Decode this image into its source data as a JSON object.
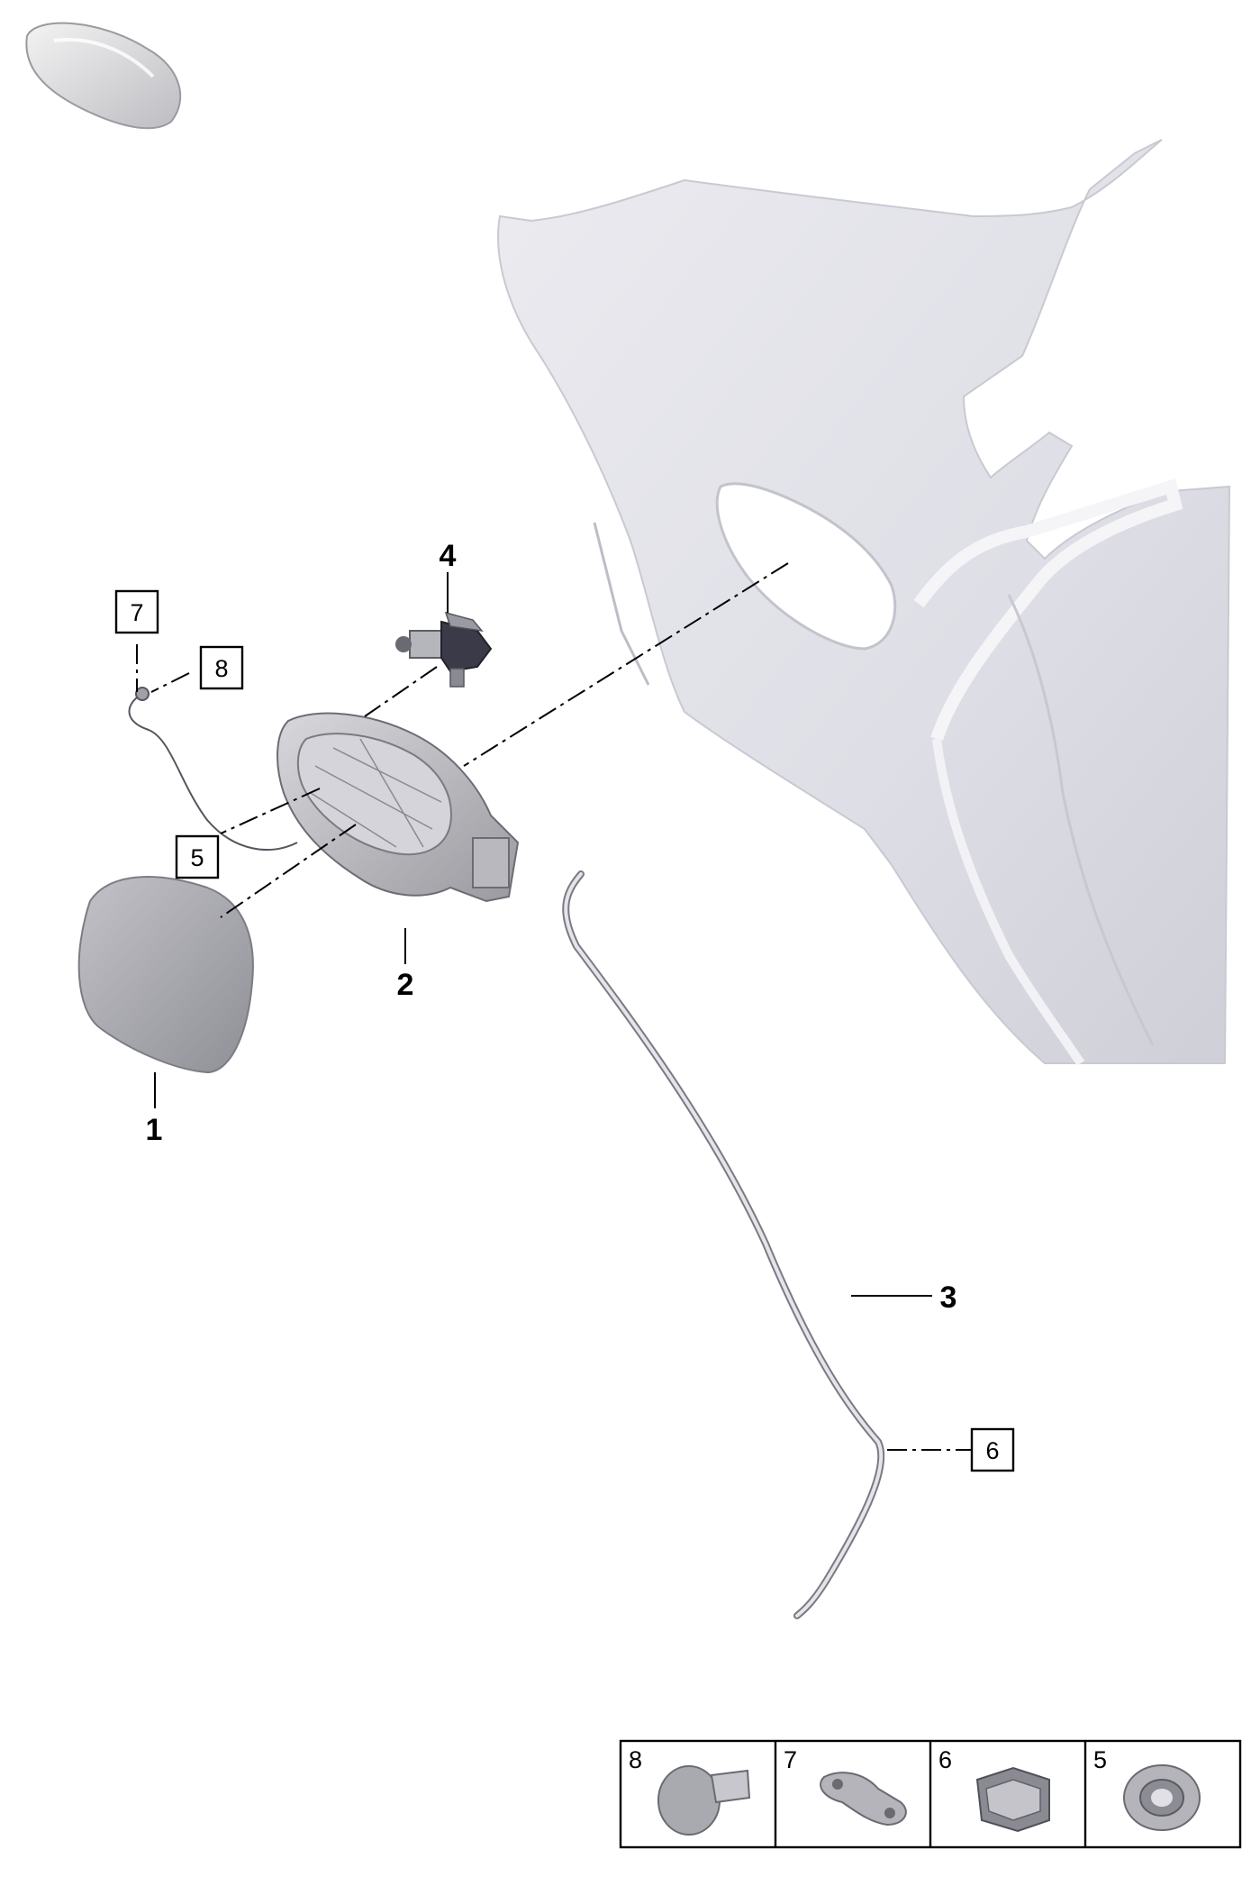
{
  "diagram": {
    "callouts": [
      {
        "id": "c1",
        "text": "1"
      },
      {
        "id": "c2",
        "text": "2"
      },
      {
        "id": "c3",
        "text": "3"
      },
      {
        "id": "c4",
        "text": "4"
      }
    ],
    "boxed_callouts": [
      {
        "id": "b5",
        "text": "5"
      },
      {
        "id": "b6",
        "text": "6"
      },
      {
        "id": "b7",
        "text": "7"
      },
      {
        "id": "b8",
        "text": "8"
      }
    ],
    "legend": [
      {
        "text": "8",
        "icon": "push-rivet-icon"
      },
      {
        "text": "7",
        "icon": "retainer-strap-icon"
      },
      {
        "text": "6",
        "icon": "clip-icon"
      },
      {
        "text": "5",
        "icon": "grommet-icon"
      }
    ]
  },
  "colors": {
    "panel": "#e6e6ec",
    "panel_shade": "#d2d2da",
    "flap": "#a8a8ae",
    "line": "#000000"
  }
}
